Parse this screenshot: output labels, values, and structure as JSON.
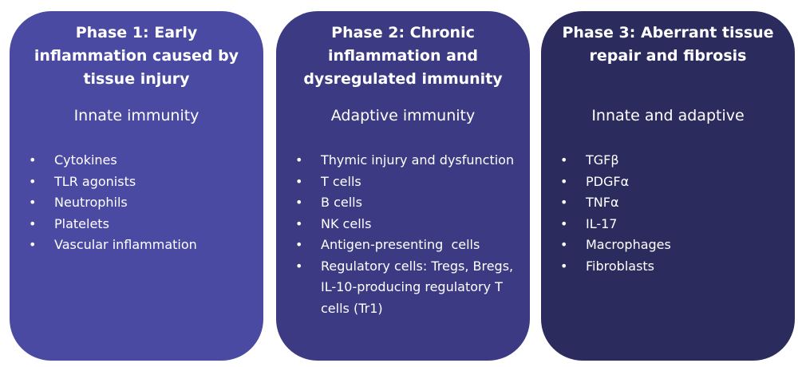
{
  "panels": [
    {
      "title": "Phase 1: Early inflammation caused by tissue injury",
      "subtitle": "Innate immunity",
      "items": [
        "Cytokines",
        "TLR agonists",
        "Neutrophils",
        "Platelets",
        "Vascular inflammation"
      ]
    },
    {
      "title": "Phase 2: Chronic inflammation and dysregulated immunity",
      "subtitle": "Adaptive immunity",
      "items": [
        "Thymic injury and dysfunction",
        "T cells",
        "B cells",
        "NK cells",
        "Antigen-presenting  cells",
        "Regulatory cells: Tregs, Bregs, IL-10-producing regulatory T cells (Tr1)"
      ]
    },
    {
      "title": "Phase 3: Aberrant tissue repair and fibrosis",
      "subtitle": "Innate and adaptive",
      "items": [
        "TGFβ",
        "PDGFα",
        "TNFα",
        "IL-17",
        "Macrophages",
        "Fibroblasts"
      ]
    }
  ],
  "colors": {
    "phase1": "#4a4aa3",
    "phase2": "#3b3a82",
    "phase3": "#2c2b5e",
    "text": "#ffffff"
  }
}
